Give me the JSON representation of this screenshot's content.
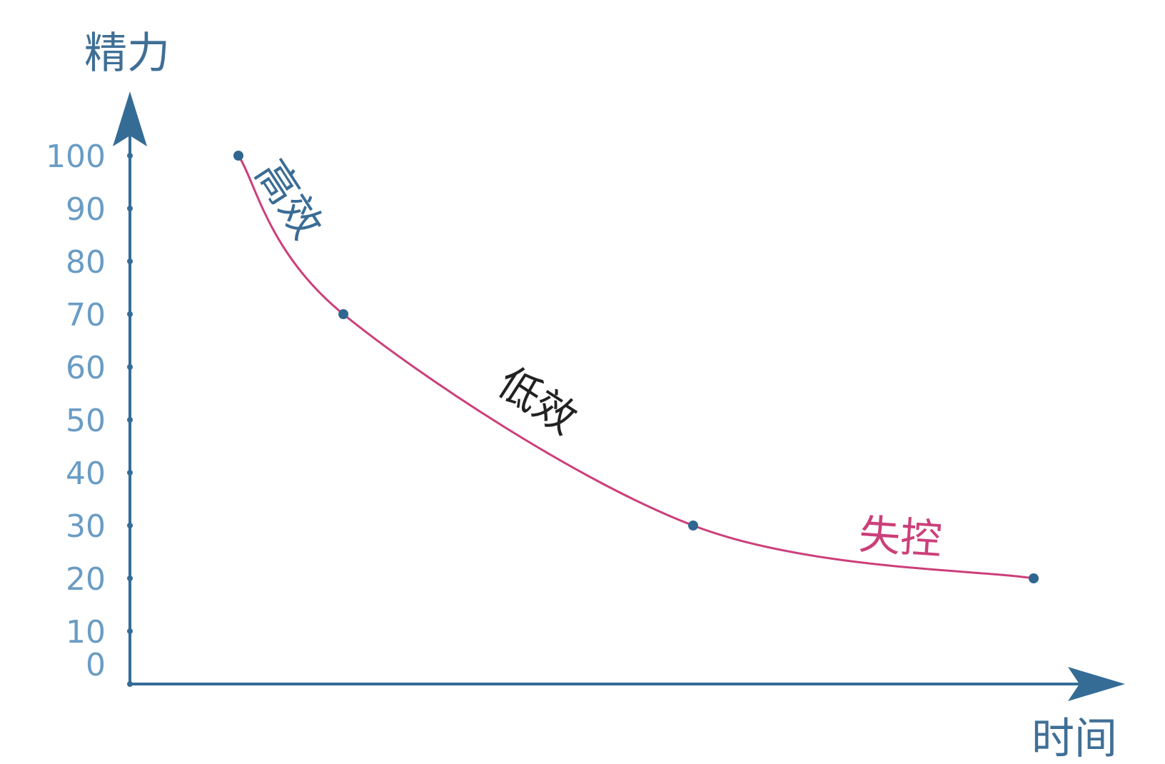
{
  "chart_data": {
    "type": "line",
    "ylabel": "精力",
    "xlabel": "时间",
    "ylim": [
      0,
      100
    ],
    "y_ticks": [
      "0",
      "10",
      "20",
      "30",
      "40",
      "50",
      "60",
      "70",
      "80",
      "90",
      "100"
    ],
    "series": [
      {
        "points": [
          {
            "x": 1,
            "y": 100
          },
          {
            "x": 2,
            "y": 70
          },
          {
            "x": 3,
            "y": 30
          },
          {
            "x": 4,
            "y": 20
          }
        ]
      }
    ],
    "annotations": [
      {
        "text": "高效",
        "color": "#3a6c95"
      },
      {
        "text": "低效",
        "color": "#222222"
      },
      {
        "text": "失控",
        "color": "#cc3f79"
      }
    ],
    "colors": {
      "axis": "#356c96",
      "tick_label": "#6a9cc4",
      "curve": "#cc3f79",
      "point": "#2f6790"
    }
  }
}
